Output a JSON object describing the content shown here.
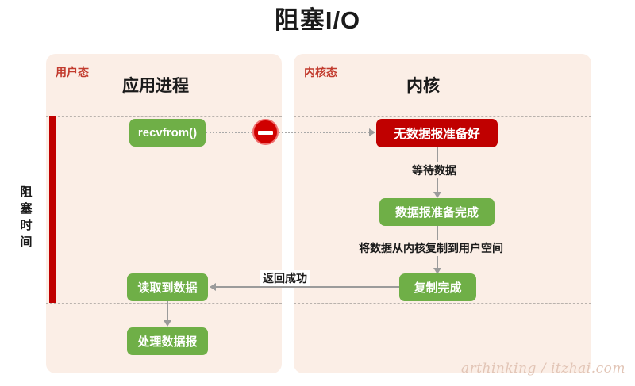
{
  "title": "阻塞I/O",
  "panels": {
    "user": {
      "state_label": "用户态",
      "heading": "应用进程"
    },
    "kernel": {
      "state_label": "内核态",
      "heading": "内核"
    }
  },
  "blocking": {
    "label": "阻塞时间",
    "bar_color": "#c00000"
  },
  "nodes": [
    {
      "id": "recvfrom",
      "label": "recvfrom()",
      "color": "green"
    },
    {
      "id": "no-datagram",
      "label": "无数据报准备好",
      "color": "red"
    },
    {
      "id": "datagram-ready",
      "label": "数据报准备完成",
      "color": "green"
    },
    {
      "id": "copy-done",
      "label": "复制完成",
      "color": "green"
    },
    {
      "id": "data-read",
      "label": "读取到数据",
      "color": "green"
    },
    {
      "id": "process-data",
      "label": "处理数据报",
      "color": "green"
    }
  ],
  "edges": [
    {
      "id": "wait-data",
      "label": "等待数据"
    },
    {
      "id": "copy-to-user",
      "label": "将数据从内核复制到用户空间"
    },
    {
      "id": "return-ok",
      "label": "返回成功"
    }
  ],
  "icons": {
    "block": "no-entry-icon"
  },
  "watermark": "arthinking / itzhai.com",
  "colors": {
    "background": "#ffffff",
    "panel": "#fbeee6",
    "green": "#6faf47",
    "red": "#c00000",
    "state_label": "#c23b2e",
    "connector": "#9b9b9b"
  }
}
